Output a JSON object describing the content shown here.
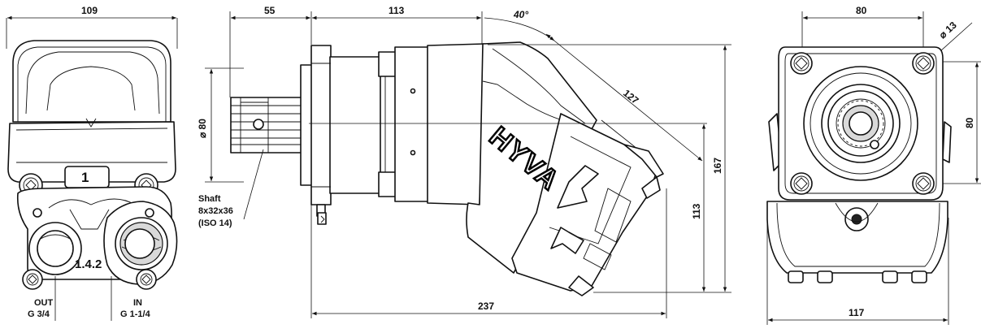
{
  "views": {
    "left": {
      "dimension_width": "109",
      "port_number": "1",
      "body_code": "1.4.2",
      "out_label": "OUT",
      "out_thread": "G 3/4",
      "in_label": "IN",
      "in_thread": "G 1-1/4"
    },
    "side": {
      "dimension_shaft_length": "55",
      "dimension_body_length": "113",
      "dimension_angle": "40°",
      "dimension_diagonal": "127",
      "dimension_diameter": "⌀ 80",
      "dimension_total_length": "237",
      "dimension_total_height": "167",
      "dimension_lower_height": "113",
      "brand": "HYVA",
      "shaft_title": "Shaft",
      "shaft_spec": "8x32x36",
      "shaft_standard": "(ISO 14)"
    },
    "right": {
      "dimension_flange_width": "80",
      "dimension_flange_height": "80",
      "dimension_hole": "⌀ 13",
      "dimension_total_width": "117"
    }
  }
}
